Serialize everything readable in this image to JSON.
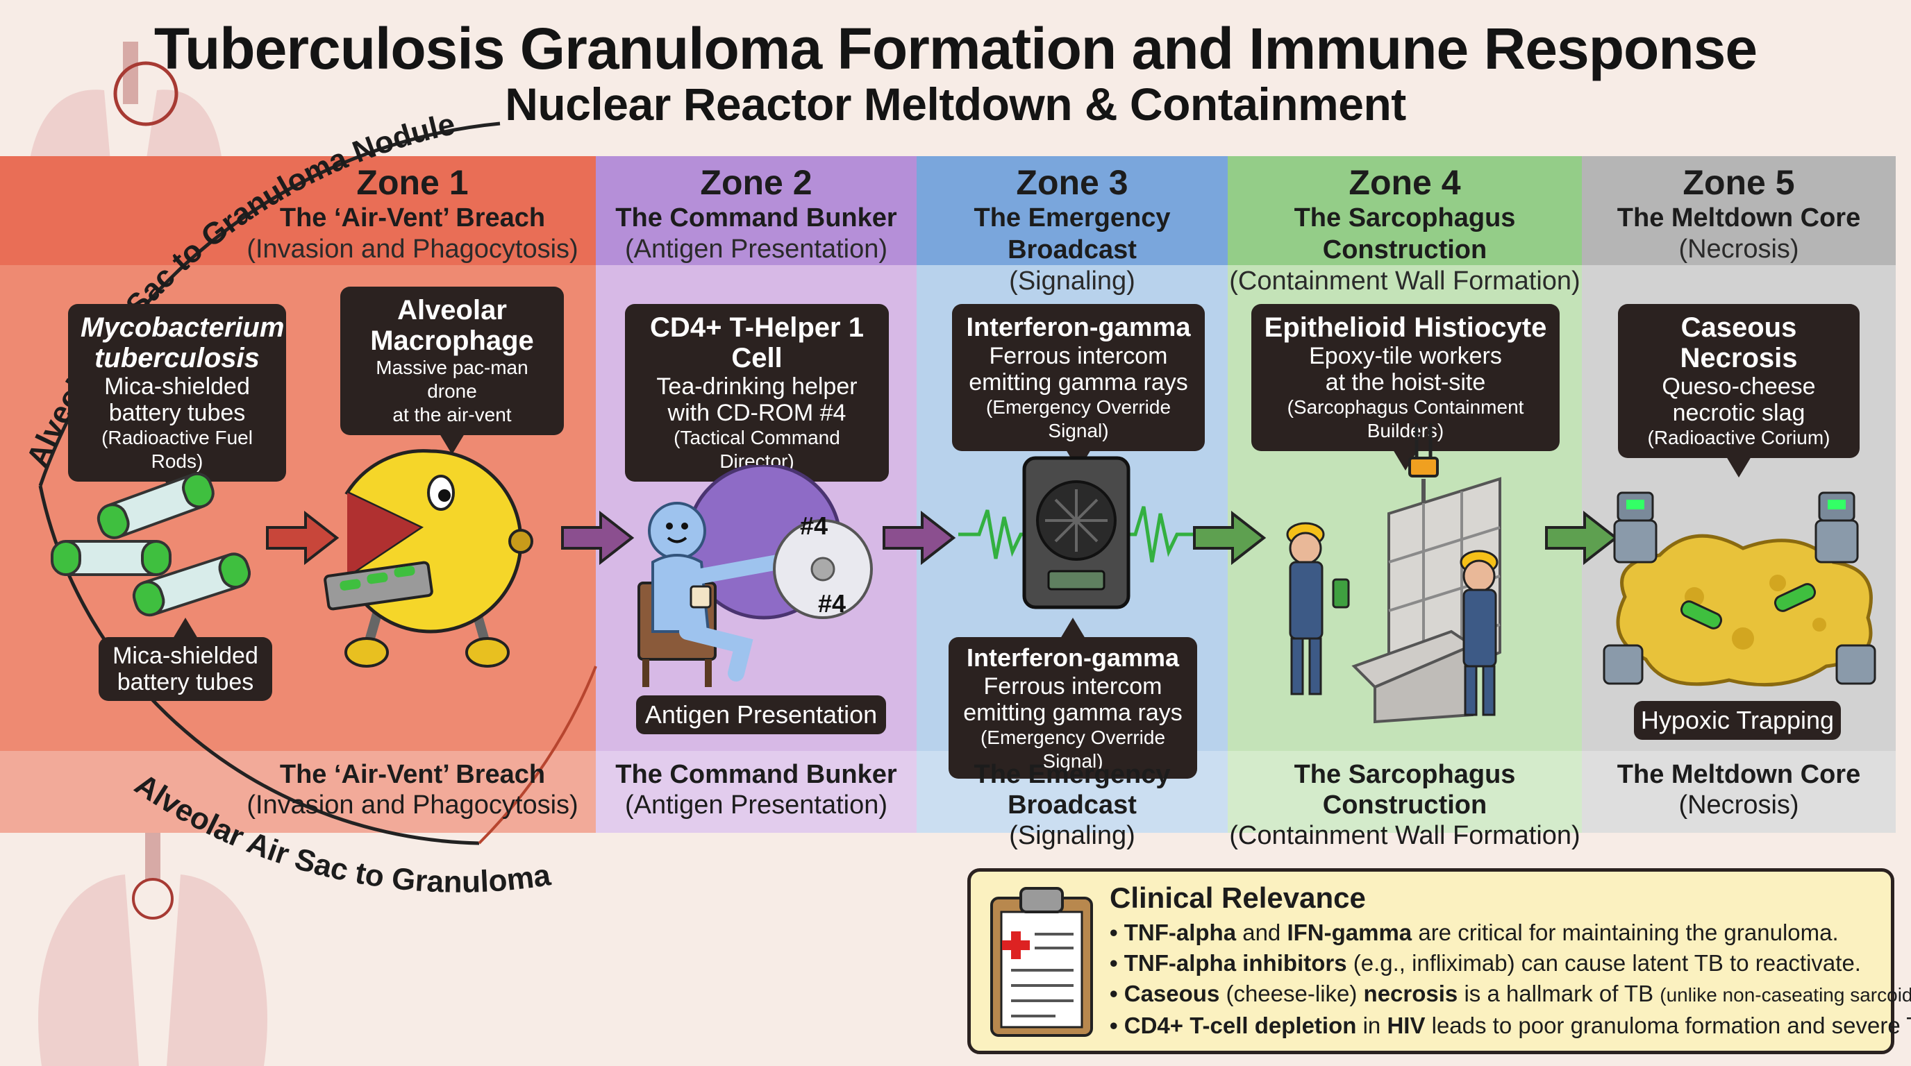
{
  "title": "Tuberculosis Granuloma Formation and Immune Response",
  "subtitle": "Nuclear Reactor Meltdown & Containment",
  "arc_label": "Alveolar Air Sac to Granuloma Nodule",
  "colors": {
    "zone1": "#ee8a72",
    "zone1_head": "#e96e56",
    "zone2": "#d7b9e6",
    "zone2_head": "#b58fd8",
    "zone3": "#b8d2ec",
    "zone3_head": "#7aa6dc",
    "zone4": "#c4e3b8",
    "zone4_head": "#94cd88",
    "zone5": "#d2d2d2",
    "zone5_head": "#b5b5b5"
  },
  "zones": [
    {
      "number": "Zone 1",
      "title": "The ‘Air-Vent’ Breach",
      "sub": "(Invasion and Phagocytosis)",
      "footer_title": "The ‘Air-Vent’ Breach",
      "footer_sub": "(Invasion and Phagocytosis)",
      "callouts": [
        {
          "title": "Mycobacterium tuberculosis",
          "line1": "Mica-shielded",
          "line2": "battery tubes",
          "small": "(Radioactive Fuel Rods)"
        },
        {
          "title": "Alveolar Macrophage",
          "line1": "Massive pac-man drone",
          "line2": "at the air-vent"
        }
      ],
      "label": "Mica-shielded battery tubes"
    },
    {
      "number": "Zone 2",
      "title": "The Command Bunker",
      "sub": "(Antigen Presentation)",
      "footer_title": "The Command Bunker",
      "footer_sub": "(Antigen Presentation)",
      "callouts": [
        {
          "title": "CD4+ T-Helper 1 Cell",
          "line1": "Tea-drinking helper",
          "line2": "with CD-ROM #4",
          "small": "(Tactical Command Director)"
        }
      ],
      "label": "Antigen Presentation",
      "cd_text": "#4"
    },
    {
      "number": "Zone 3",
      "title": "The Emergency Broadcast",
      "sub": "(Signaling)",
      "footer_title": "The Emergency Broadcast",
      "footer_sub": "(Signaling)",
      "callouts": [
        {
          "title": "Interferon-gamma",
          "line1": "Ferrous intercom",
          "line2": "emitting gamma rays",
          "small": "(Emergency Override Signal)"
        },
        {
          "title": "Interferon-gamma",
          "line1": "Ferrous intercom",
          "line2": "emitting gamma rays",
          "small": "(Emergency Override Signal)"
        }
      ]
    },
    {
      "number": "Zone 4",
      "title": "The Sarcophagus Construction",
      "sub": "(Containment Wall Formation)",
      "footer_title": "The Sarcophagus Construction",
      "footer_sub": "(Containment Wall Formation)",
      "callouts": [
        {
          "title": "Epithelioid Histiocyte",
          "line1": "Epoxy-tile workers",
          "line2": "at the hoist-site",
          "small": "(Sarcophagus Containment Builders)"
        }
      ]
    },
    {
      "number": "Zone 5",
      "title": "The Meltdown Core",
      "sub": "(Necrosis)",
      "footer_title": "The Meltdown Core",
      "footer_sub": "(Necrosis)",
      "callouts": [
        {
          "title": "Caseous Necrosis",
          "line1": "Queso-cheese",
          "line2": "necrotic slag",
          "small": "(Radioactive Corium)"
        }
      ],
      "label": "Hypoxic Trapping"
    }
  ],
  "clinical": {
    "heading": "Clinical Relevance",
    "items": [
      {
        "b1": "TNF-alpha",
        "t1": " and ",
        "b2": "IFN-gamma",
        "t2": " are critical for maintaining the granuloma.",
        "small": ""
      },
      {
        "b1": "TNF-alpha inhibitors",
        "t1": " (e.g., infliximab) can cause latent TB to reactivate.",
        "b2": "",
        "t2": "",
        "small": ""
      },
      {
        "b1": "Caseous",
        "t1": " (cheese-like) ",
        "b2": "necrosis",
        "t2": " is a hallmark of TB ",
        "small": "(unlike non-caseating sarcoidosis)."
      },
      {
        "b1": "CD4+ T-cell depletion",
        "t1": " in ",
        "b2": "HIV",
        "t2": " leads to poor granuloma formation and severe TB.",
        "small": ""
      }
    ]
  }
}
